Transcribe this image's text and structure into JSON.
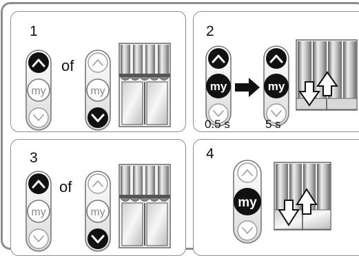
{
  "panels": [
    {
      "step": "1",
      "connector": "of"
    },
    {
      "step": "2",
      "times": [
        "0.5 s",
        "5 s"
      ]
    },
    {
      "step": "3",
      "connector": "of"
    },
    {
      "step": "4"
    }
  ],
  "remote": {
    "my_label": "my"
  },
  "colors": {
    "frame": "#8c8c8c",
    "button_active": "#111111",
    "outline": "#777777"
  }
}
